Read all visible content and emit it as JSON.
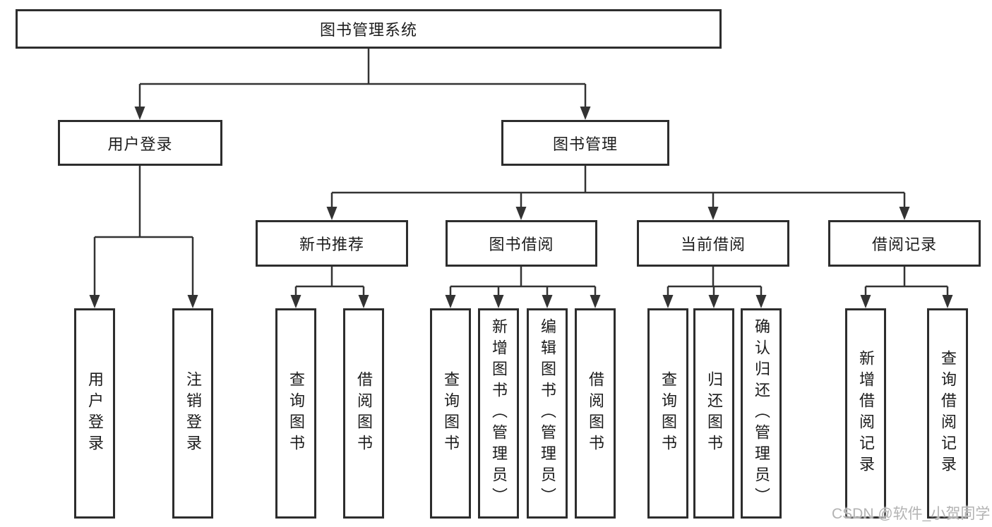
{
  "tree": {
    "root": "图书管理系统",
    "branches": [
      {
        "label": "用户登录",
        "children": [
          "用户登录",
          "注销登录"
        ]
      },
      {
        "label": "图书管理",
        "sections": [
          {
            "label": "新书推荐",
            "children": [
              "查询图书",
              "借阅图书"
            ]
          },
          {
            "label": "图书借阅",
            "children": [
              "查询图书",
              "新增图书（管理员）",
              "编辑图书（管理员）",
              "借阅图书"
            ]
          },
          {
            "label": "当前借阅",
            "children": [
              "查询图书",
              "归还图书",
              "确认归还（管理员）"
            ]
          },
          {
            "label": "借阅记录",
            "children": [
              "新增借阅记录",
              "查询借阅记录"
            ]
          }
        ]
      }
    ]
  },
  "colors": {
    "line": "#333333",
    "box_border": "#2d2d2d",
    "text": "#1c1c1c",
    "watermark": "#b3b3b3",
    "background": "#ffffff"
  },
  "watermark": "CSDN @软件_小贺同学"
}
